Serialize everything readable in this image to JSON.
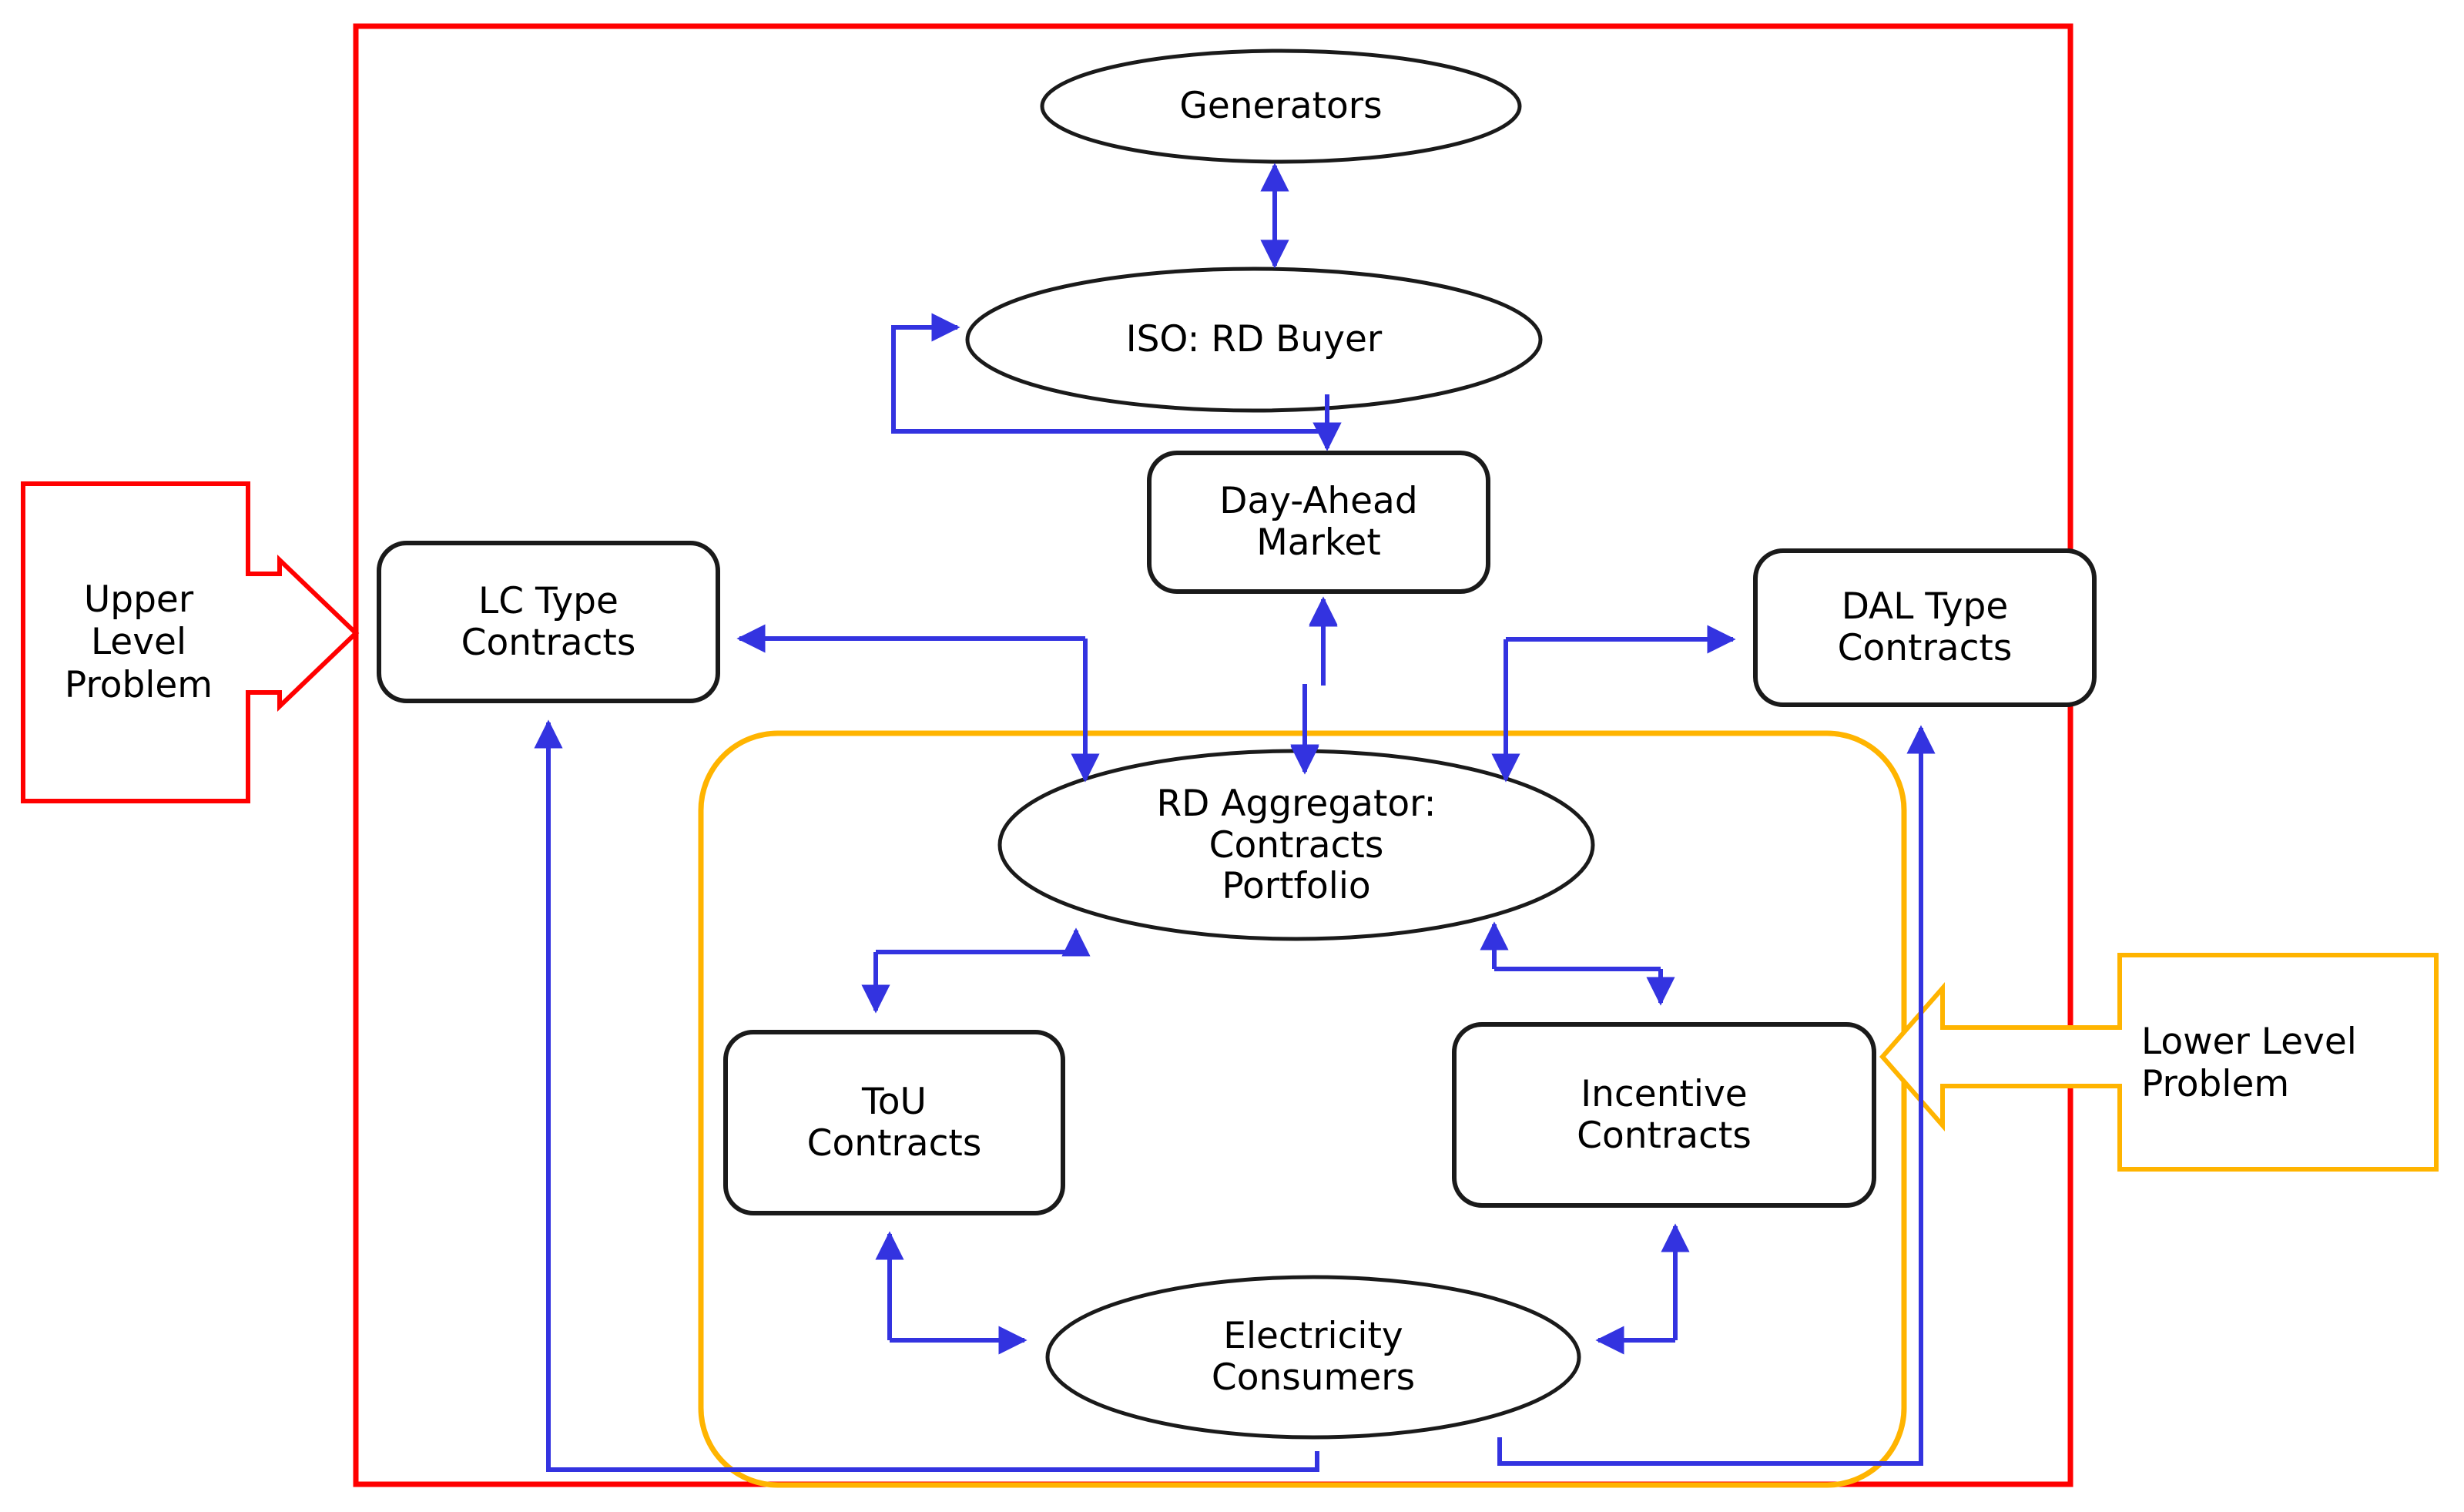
{
  "diagram": {
    "title": "Bilevel electricity market structure with RD aggregator contracts portfolio",
    "colors": {
      "upper_level_boundary": "#FF0000",
      "lower_level_boundary": "#FFB400",
      "flow_arrow": "#3333E0",
      "node_outline": "#1A1A1A",
      "node_fill": "#FFFFFF",
      "text": "#000000",
      "background": "#FFFFFF"
    }
  },
  "annotations": {
    "upper": {
      "label": "Upper\nLevel\nProblem",
      "color": "#FF0000",
      "shape": "block-arrow-right"
    },
    "lower": {
      "label": "Lower Level\nProblem",
      "color": "#FFB400",
      "shape": "block-arrow-left"
    }
  },
  "nodes": {
    "generators": {
      "label": "Generators",
      "shape": "ellipse"
    },
    "iso": {
      "label": "ISO: RD Buyer",
      "shape": "ellipse"
    },
    "day_ahead_market": {
      "label": "Day-Ahead\nMarket",
      "shape": "rounded-rect"
    },
    "lc_type_contracts": {
      "label": "LC Type\nContracts",
      "shape": "rounded-rect"
    },
    "dal_type_contracts": {
      "label": "DAL Type\nContracts",
      "shape": "rounded-rect"
    },
    "rd_aggregator": {
      "label": "RD Aggregator:\nContracts\nPortfolio",
      "shape": "ellipse"
    },
    "tou_contracts": {
      "label": "ToU\nContracts",
      "shape": "rounded-rect"
    },
    "incentive_contracts": {
      "label": "Incentive\nContracts",
      "shape": "rounded-rect"
    },
    "electricity_consumers": {
      "label": "Electricity\nConsumers",
      "shape": "ellipse"
    }
  },
  "edges": [
    {
      "from": "iso",
      "to": "generators",
      "type": "bidirectional"
    },
    {
      "from": "iso",
      "to": "day_ahead_market",
      "type": "directed"
    },
    {
      "from": "day_ahead_market_loop",
      "to": "iso",
      "type": "directed"
    },
    {
      "from": "day_ahead_market",
      "to": "rd_aggregator",
      "type": "directed"
    },
    {
      "from": "rd_aggregator",
      "to": "day_ahead_market",
      "type": "directed"
    },
    {
      "from": "rd_aggregator",
      "to": "lc_type_contracts",
      "type": "directed"
    },
    {
      "from": "rd_aggregator",
      "to": "dal_type_contracts",
      "type": "directed"
    },
    {
      "from": "rd_aggregator",
      "to": "tou_contracts",
      "type": "directed"
    },
    {
      "from": "rd_aggregator",
      "to": "incentive_contracts",
      "type": "directed"
    },
    {
      "from": "tou_contracts",
      "to": "rd_aggregator",
      "type": "directed"
    },
    {
      "from": "incentive_contracts",
      "to": "rd_aggregator",
      "type": "directed"
    },
    {
      "from": "electricity_consumers",
      "to": "tou_contracts",
      "type": "directed"
    },
    {
      "from": "electricity_consumers",
      "to": "incentive_contracts",
      "type": "directed"
    },
    {
      "from": "tou_contracts",
      "to": "electricity_consumers",
      "type": "directed"
    },
    {
      "from": "incentive_contracts",
      "to": "electricity_consumers",
      "type": "directed"
    },
    {
      "from": "electricity_consumers",
      "to": "lc_type_contracts",
      "type": "directed"
    },
    {
      "from": "electricity_consumers",
      "to": "dal_type_contracts",
      "type": "directed"
    }
  ]
}
